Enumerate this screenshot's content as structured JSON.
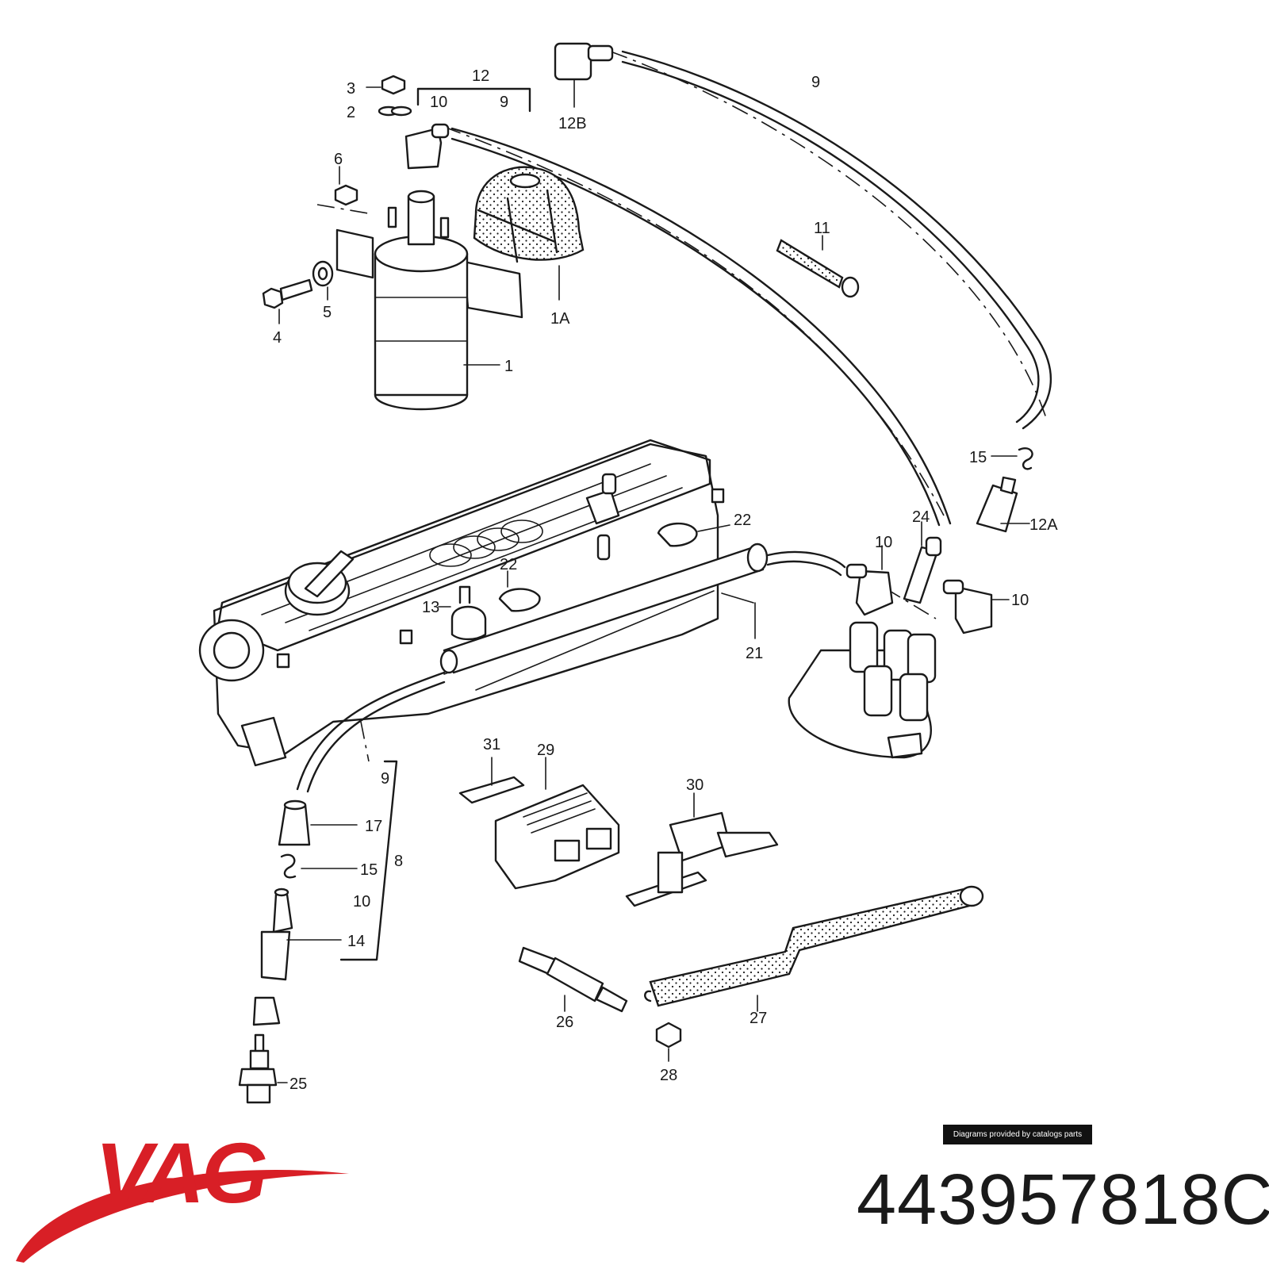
{
  "brand": {
    "logo_text": "VAG",
    "logo_color": "#d81f26"
  },
  "part_number": "443957818C",
  "credit": "Diagrams provided by catalogs parts",
  "callouts": {
    "c1": "1",
    "c1a": "1A",
    "c2": "2",
    "c3": "3",
    "c4": "4",
    "c5": "5",
    "c6": "6",
    "c8": "8",
    "c9a": "9",
    "c9b": "9",
    "c9c": "9",
    "c10a": "10",
    "c10b": "10",
    "c10c": "10",
    "c10d": "10",
    "c11": "11",
    "c12": "12",
    "c12a": "12A",
    "c12b": "12B",
    "c13": "13",
    "c14": "14",
    "c15a": "15",
    "c15b": "15",
    "c17": "17",
    "c21": "21",
    "c22a": "22",
    "c22b": "22",
    "c24": "24",
    "c25": "25",
    "c26": "26",
    "c27": "27",
    "c28": "28",
    "c29": "29",
    "c30": "30",
    "c31": "31"
  }
}
